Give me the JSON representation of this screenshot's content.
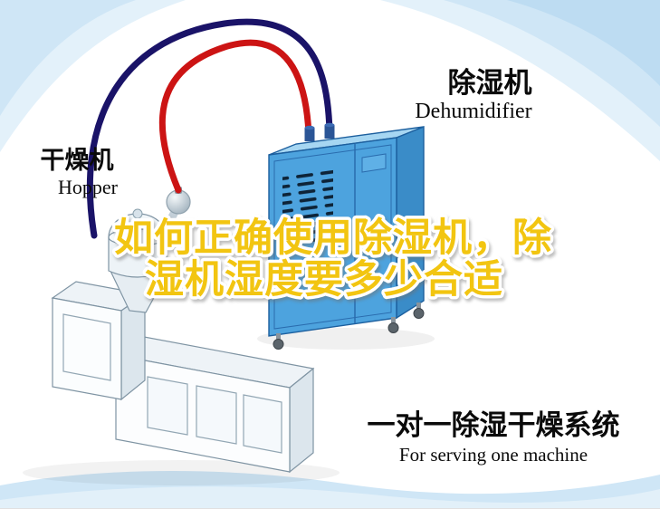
{
  "headline": {
    "line1": "如何正确使用除湿机，除",
    "line2": "湿机湿度要多少合适"
  },
  "machine_labels": {
    "dryer_zh": "干燥机",
    "dryer_en": "Hopper",
    "dehumidifier_zh": "除湿机",
    "dehumidifier_en": "Dehumidifier"
  },
  "caption": {
    "zh": "一对一除湿干燥系统",
    "en": "For serving one machine"
  },
  "colors": {
    "headline": "#f2c511",
    "hose_red": "#cc1414",
    "hose_navy": "#1a1368",
    "dehumidifier": "#4da3de",
    "wave": "#cfe6f6"
  }
}
